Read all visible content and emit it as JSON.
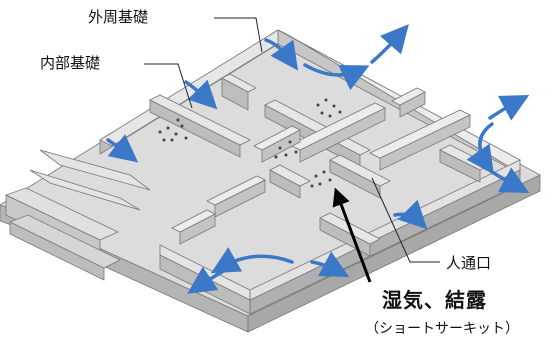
{
  "labels": {
    "outer_foundation": "外周基礎",
    "inner_foundation": "内部基礎",
    "passage": "人通口",
    "condensation": "湿気、結露",
    "short_circuit": "（ショートサーキット）"
  },
  "colors": {
    "slab_top": "#dcdcdc",
    "slab_side": "#b4b4b4",
    "wall_top": "#e6e6e6",
    "wall_side": "#bdbdbd",
    "airflow_arrow": "#3c78c8",
    "leader_line": "#222222",
    "pointer_arrow": "#000000",
    "moisture_dot": "#444444"
  },
  "icons": {
    "airflow": "curved-blue-arrow-icon",
    "pointer": "black-pointer-arrow-icon"
  }
}
